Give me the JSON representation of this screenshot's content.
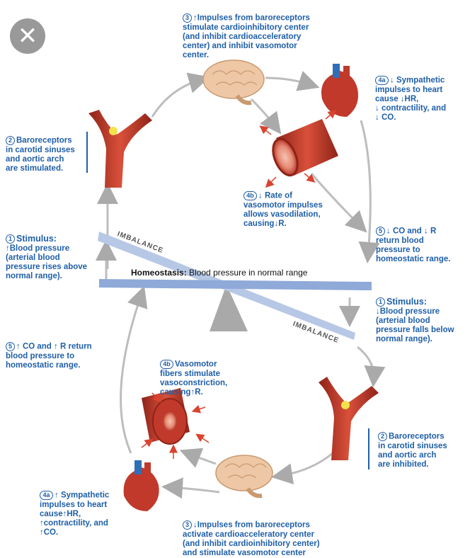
{
  "close_button": {
    "icon": "close-icon",
    "glyph": "✕"
  },
  "balance": {
    "title_bold": "Homeostasis:",
    "title_rest": " Blood pressure in normal range",
    "imbalance_top": "IMBALANCE",
    "imbalance_bottom": "IMBALANCE"
  },
  "top": {
    "step3": {
      "num": "3",
      "lines": [
        "↑Impulses from baroreceptors",
        "stimulate cardioinhibitory center",
        "(and inhibit cardioacceleratory",
        "center) and inhibit vasomotor",
        "center."
      ]
    },
    "step4a": {
      "num": "4a",
      "lines": [
        "↓ Sympathetic",
        "impulses to heart",
        "cause ↓HR,",
        "↓ contractility, and",
        "↓ CO."
      ]
    },
    "step2": {
      "num": "2",
      "lines": [
        "Baroreceptors",
        "in carotid sinuses",
        "and aortic arch",
        "are stimulated."
      ]
    },
    "step4b": {
      "num": "4b",
      "lines": [
        "↓ Rate of",
        "vasomotor impulses",
        "allows vasodilation,",
        "causing↓R."
      ]
    },
    "step1": {
      "num": "1",
      "head": "Stimulus:",
      "lines": [
        "↑Blood pressure",
        "(arterial blood",
        "pressure rises above",
        "normal range)."
      ]
    },
    "step5": {
      "num": "5",
      "lines": [
        "↓ CO and ↓ R",
        "return blood",
        "pressure to",
        "homeostatic range."
      ]
    }
  },
  "bottom": {
    "step1": {
      "num": "1",
      "head": "Stimulus:",
      "lines": [
        "↓Blood pressure",
        "(arterial blood",
        "pressure falls below",
        "normal range)."
      ]
    },
    "step5": {
      "num": "5",
      "lines": [
        "↑ CO and ↑ R return",
        "blood pressure to",
        "homeostatic range."
      ]
    },
    "step4b": {
      "num": "4b",
      "lines": [
        "Vasomotor",
        "fibers stimulate",
        "vasoconstriction,",
        "causing↑R."
      ]
    },
    "step2": {
      "num": "2",
      "lines": [
        "Baroreceptors",
        "in carotid sinuses",
        "and aortic arch",
        "are inhibited."
      ]
    },
    "step4a": {
      "num": "4a",
      "lines": [
        "↑ Sympathetic",
        "impulses to heart",
        "cause↑HR,",
        "↑contractility, and",
        "↑CO."
      ]
    },
    "step3": {
      "num": "3",
      "lines": [
        "↓Impulses from baroreceptors",
        "activate cardioacceleratory center",
        "(and inhibit cardioinhibitory center)",
        "and stimulate vasomotor center"
      ]
    }
  },
  "colors": {
    "text": "#1f5fa8",
    "arrow": "#bdbdbd",
    "vessel": "#c0392b",
    "beam": "#8fa9d8"
  }
}
